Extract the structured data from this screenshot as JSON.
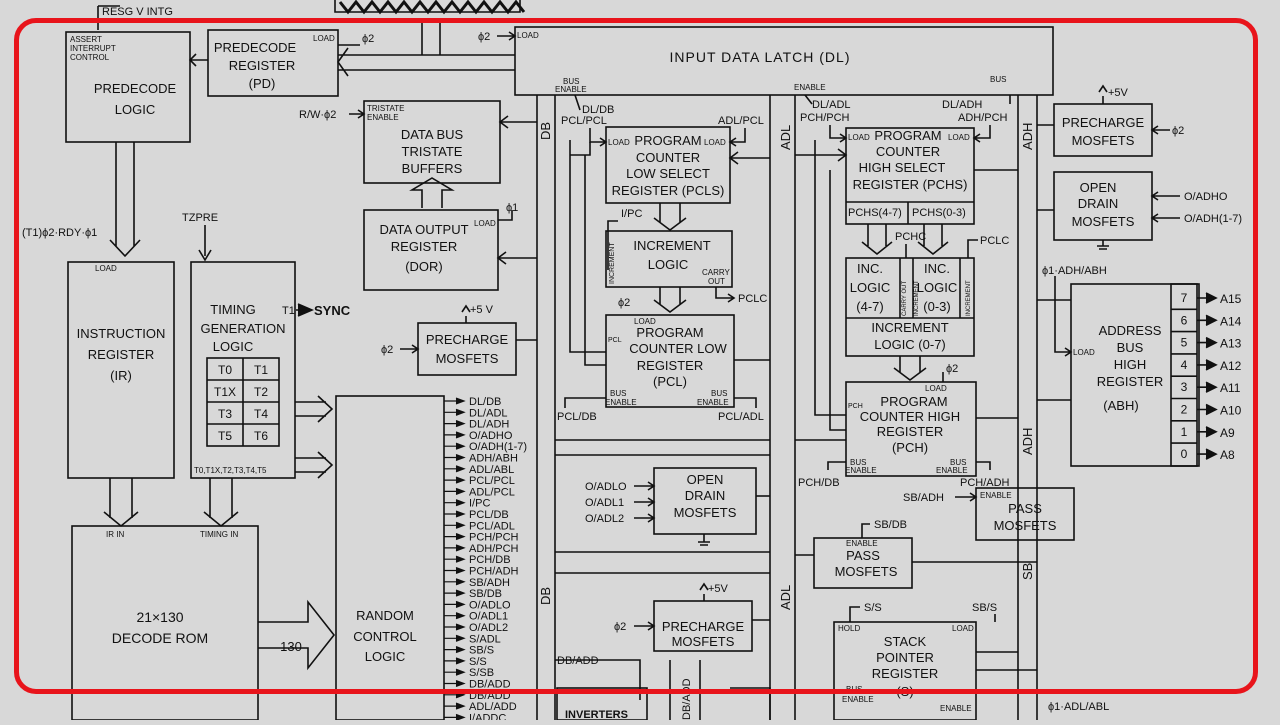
{
  "colors": {
    "background": "#d8d8d8",
    "ink": "#111111",
    "frame": "#e8141b"
  },
  "top": {
    "resg": "RESG  V  INTG",
    "assert": "ASSERT",
    "interrupt": "INTERRUPT",
    "control": "CONTROL"
  },
  "predecode_logic": {
    "l1": "PREDECODE",
    "l2": "LOGIC"
  },
  "pd": {
    "l1": "PREDECODE",
    "l2": "REGISTER",
    "l3": "(PD)",
    "load": "LOAD",
    "clk": "ϕ2"
  },
  "dl": {
    "title": "INPUT DATA LATCH (DL)",
    "load": "LOAD",
    "clk": "ϕ2",
    "bus1": "BUS",
    "en1": "ENABLE",
    "bus2": "BUS",
    "en2": "ENABLE",
    "dldb": "DL/DB",
    "dladl": "DL/ADL",
    "dladh": "DL/ADH"
  },
  "tristate": {
    "label": "R/W·ϕ2",
    "tl1": "TRISTATE",
    "tl2": "ENABLE",
    "l1": "DATA BUS",
    "l2": "TRISTATE",
    "l3": "BUFFERS"
  },
  "dor": {
    "l1": "DATA OUTPUT",
    "l2": "REGISTER",
    "l3": "(DOR)",
    "load": "LOAD",
    "clk": "ϕ1"
  },
  "ir": {
    "l1": "INSTRUCTION",
    "l2": "REGISTER",
    "l3": "(IR)",
    "load": "LOAD",
    "rdy": "(T1)ϕ2·RDY·ϕ1",
    "irin": "IR  IN"
  },
  "timing": {
    "l1": "TIMING",
    "l2": "GENERATION",
    "l3": "LOGIC",
    "tzpre": "TZPRE",
    "sync": "SYNC",
    "t1": "T1",
    "states": [
      "T0",
      "T1",
      "T1X",
      "T2",
      "T3",
      "T4",
      "T5",
      "T6"
    ],
    "bottom": "T0,T1X,T2,T3,T4,T5",
    "timing_in": "TIMING  IN"
  },
  "precharge_left": {
    "l1": "PRECHARGE",
    "l2": "MOSFETS",
    "v": "+5 V",
    "clk": "ϕ2"
  },
  "rom": {
    "l1": "21×130",
    "l2": "DECODE ROM",
    "arrow": "130"
  },
  "rcl": {
    "l1": "RANDOM",
    "l2": "CONTROL",
    "l3": "LOGIC"
  },
  "control_lines": [
    "DL/DB",
    "DL/ADL",
    "DL/ADH",
    "O/ADHO",
    "O/ADH(1-7)",
    "ADH/ABH",
    "ADL/ABL",
    "PCL/PCL",
    "ADL/PCL",
    "I/PC",
    "PCL/DB",
    "PCL/ADL",
    "PCH/PCH",
    "ADH/PCH",
    "PCH/DB",
    "PCH/ADH",
    "SB/ADH",
    "SB/DB",
    "O/ADLO",
    "O/ADL1",
    "O/ADL2",
    "S/ADL",
    "SB/S",
    "S/S",
    "S/SB",
    "DB/ADD",
    "DB/ADD",
    "ADL/ADD",
    "I/ADDC"
  ],
  "buses": {
    "db": "DB",
    "adl": "ADL",
    "adh": "ADH",
    "sb": "SB",
    "db2": "DB",
    "adl2": "ADL"
  },
  "pcls": {
    "l1": "PROGRAM",
    "l2": "COUNTER",
    "l3": "LOW SELECT",
    "l4": "REGISTER (PCLS)",
    "load1": "LOAD",
    "load2": "LOAD",
    "pclpcl": "PCL/PCL",
    "adlpcl": "ADL/PCL",
    "ipc": "I/PC"
  },
  "inc_low": {
    "l1": "INCREMENT",
    "l2": "LOGIC",
    "inc": "INCREMENT",
    "carry": "CARRY",
    "out": "OUT",
    "pclc": "PCLC",
    "clk": "ϕ2"
  },
  "pcl": {
    "l1": "PROGRAM",
    "l2": "COUNTER LOW",
    "l3": "REGISTER",
    "l4": "(PCL)",
    "tag": "PCL",
    "load": "LOAD",
    "bus1": "BUS",
    "en1": "ENABLE",
    "bus2": "BUS",
    "en2": "ENABLE",
    "pcldb": "PCL/DB",
    "pcladl": "PCL/ADL"
  },
  "od_mid": {
    "l1": "OPEN",
    "l2": "DRAIN",
    "l3": "MOSFETS",
    "in": [
      "O/ADLO",
      "O/ADL1",
      "O/ADL2"
    ]
  },
  "precharge_mid": {
    "l1": "PRECHARGE",
    "l2": "MOSFETS",
    "v": "+5V",
    "clk": "ϕ2"
  },
  "dbadd": "DB/ADD",
  "inverters": "INVERTERS",
  "pchs": {
    "l1": "PROGRAM",
    "l2": "COUNTER",
    "l3": "HIGH SELECT",
    "l4": "REGISTER (PCHS)",
    "load1": "LOAD",
    "load2": "LOAD",
    "pchpch": "PCH/PCH",
    "adhpch": "ADH/PCH",
    "p47": "PCHS(4-7)",
    "p03": "PCHS(0-3)"
  },
  "inc_hi": {
    "a1": "INC.",
    "a2": "LOGIC",
    "a3": "(4-7)",
    "b1": "INC.",
    "b2": "LOGIC",
    "b3": "(0-3)",
    "c1": "INCREMENT",
    "c2": "LOGIC (0-7)",
    "pchc": "PCHC",
    "pclc": "PCLC",
    "carry": "CARRY OUT",
    "inc": "INCREMENT",
    "inc2": "INCREMENT"
  },
  "pch": {
    "l1": "PROGRAM",
    "l2": "COUNTER HIGH",
    "l3": "REGISTER",
    "l4": "(PCH)",
    "tag": "PCH",
    "load": "LOAD",
    "clk": "ϕ2",
    "bus1": "BUS",
    "en1": "ENABLE",
    "bus2": "BUS",
    "en2": "ENABLE",
    "pchdb": "PCH/DB",
    "pchadh": "PCH/ADH"
  },
  "precharge_right": {
    "l1": "PRECHARGE",
    "l2": "MOSFETS",
    "v": "+5V",
    "clk": "ϕ2"
  },
  "od_right": {
    "l1": "OPEN",
    "l2": "DRAIN",
    "l3": "MOSFETS",
    "in1": "O/ADHO",
    "in2": "O/ADH(1-7)"
  },
  "abh": {
    "l1": "ADDRESS",
    "l2": "BUS",
    "l3": "HIGH",
    "l4": "REGISTER",
    "l5": "(ABH)",
    "load": "LOAD",
    "ctl": "ϕ1·ADH/ABH",
    "bits": [
      "7",
      "6",
      "5",
      "4",
      "3",
      "2",
      "1",
      "0"
    ],
    "outs": [
      "A15",
      "A14",
      "A13",
      "A12",
      "A11",
      "A10",
      "A9",
      "A8"
    ]
  },
  "pass_right": {
    "l1": "PASS",
    "l2": "MOSFETS",
    "en": "ENABLE",
    "ctl": "SB/ADH"
  },
  "pass_mid": {
    "l1": "PASS",
    "l2": "MOSFETS",
    "en": "ENABLE",
    "ctl": "SB/DB"
  },
  "sp": {
    "l1": "STACK",
    "l2": "POINTER",
    "l3": "REGISTER",
    "l4": "(S)",
    "hold": "HOLD",
    "load": "LOAD",
    "ss": "S/S",
    "sbs": "SB/S",
    "bus": "BUS",
    "en": "ENABLE"
  },
  "abl_ctl": "ϕ1·ADL/ABL"
}
